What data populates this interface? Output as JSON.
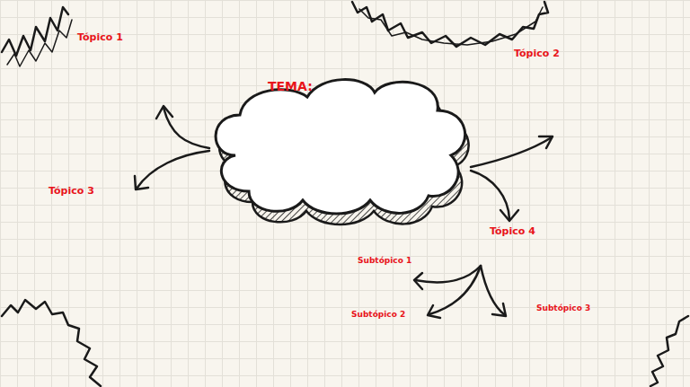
{
  "diagram": {
    "nodes": [
      {
        "text": [
          "TEMA:"
        ]
      }
    ],
    "labels": [
      "Tópico 1",
      "Tópico 2",
      "Tópico 3",
      "Tópico 4",
      "Subtópico 1",
      "Subtópico 2",
      "Subtópico 3"
    ]
  }
}
